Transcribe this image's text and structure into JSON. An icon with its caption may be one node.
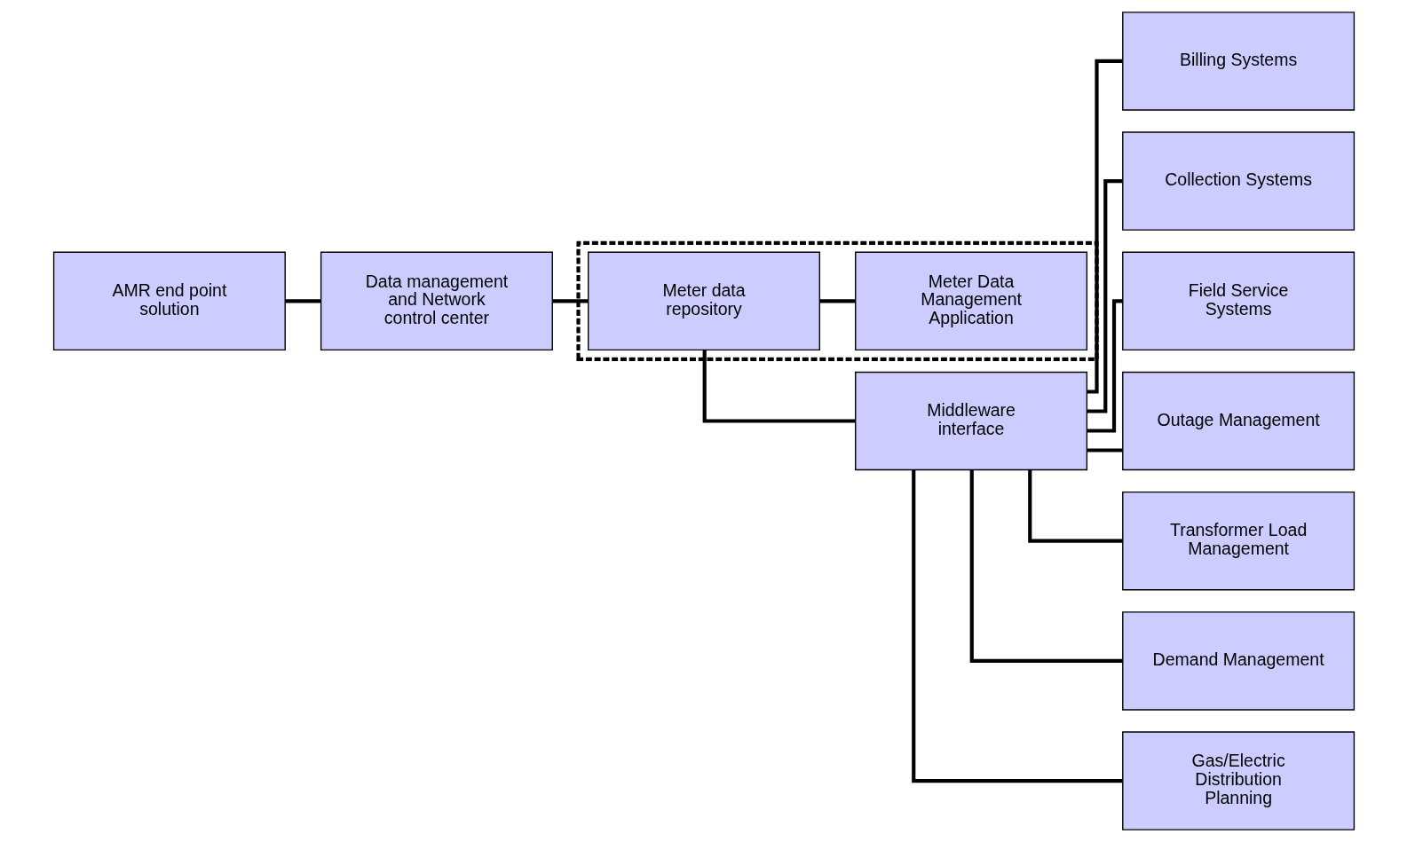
{
  "diagram": {
    "nodes": [
      {
        "text": [
          "AMR end point solution"
        ]
      },
      {
        "text": [
          "Data management and Network control center"
        ]
      },
      {
        "text": [],
        "shape": "box"
      },
      {
        "text": [
          "Meter data repository"
        ],
        "in": 2
      },
      {
        "text": [
          "Meter Data Management Application"
        ],
        "in": 2
      },
      {
        "text": [
          "Middleware interface"
        ]
      },
      {
        "text": [
          "Billing Systems"
        ]
      },
      {
        "text": [
          "Collection Systems"
        ]
      },
      {
        "text": [
          "Field Service Systems"
        ]
      },
      {
        "text": [
          "Outage Management"
        ]
      },
      {
        "text": [
          "Transformer Load Management"
        ]
      },
      {
        "text": [
          "Demand Management"
        ]
      },
      {
        "text": [
          "Gas/Electric Distribution Planning"
        ]
      }
    ],
    "edges": [
      {
        "from": 0,
        "to": 1,
        "arrow": "none"
      },
      {
        "from": 1,
        "to": 3,
        "arrow": "none"
      },
      {
        "from": 3,
        "to": 4,
        "arrow": "none"
      },
      {
        "from": 3,
        "to": 5,
        "arrow": "none"
      },
      {
        "from": 5,
        "to": 6,
        "arrow": "none"
      },
      {
        "from": 5,
        "to": 7,
        "arrow": "none"
      },
      {
        "from": 5,
        "to": 8,
        "arrow": "none"
      },
      {
        "from": 5,
        "to": 9,
        "arrow": "none"
      },
      {
        "from": 5,
        "to": 10,
        "arrow": "none"
      },
      {
        "from": 5,
        "to": 11,
        "arrow": "none"
      },
      {
        "from": 5,
        "to": 12,
        "arrow": "none"
      }
    ]
  }
}
